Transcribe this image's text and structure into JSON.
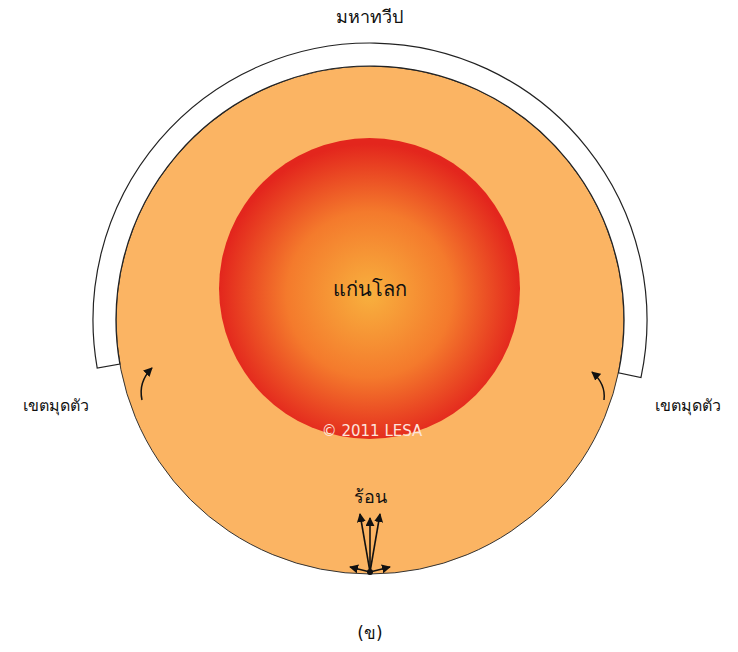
{
  "diagram": {
    "caption": "(ข)",
    "nodes": [
      {
        "text": [
          "แก่นโลก"
        ]
      }
    ],
    "labels": [
      "มหาทวีป",
      "เขตมุดตัว",
      "เขตมุดตัว",
      "© 2011 LESA",
      "ร้อน"
    ]
  }
}
